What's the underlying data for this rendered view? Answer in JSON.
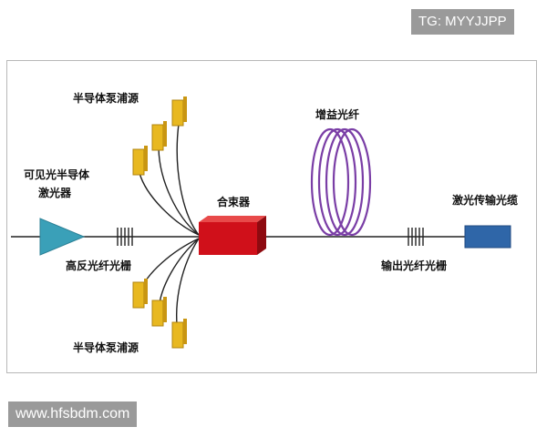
{
  "watermarks": {
    "tg": "TG: MYYJJPP",
    "site": "www.hfsbdm.com"
  },
  "diagram": {
    "labels": {
      "pump_top": "半导体泵浦源",
      "pump_bottom": "半导体泵浦源",
      "visible_laser_line1": "可见光半导体",
      "visible_laser_line2": "激光器",
      "high_reflect_grating": "高反光纤光栅",
      "combiner": "合束器",
      "gain_fiber": "增益光纤",
      "output_grating": "输出光纤光栅",
      "laser_delivery": "激光传输光缆"
    },
    "colors": {
      "triangle": "#3aa0b8",
      "combiner": "#d0101a",
      "pump": "#e8b820",
      "coil": "#7a3ea6",
      "cable": "#2f66a8",
      "fiber": "#222222"
    }
  }
}
